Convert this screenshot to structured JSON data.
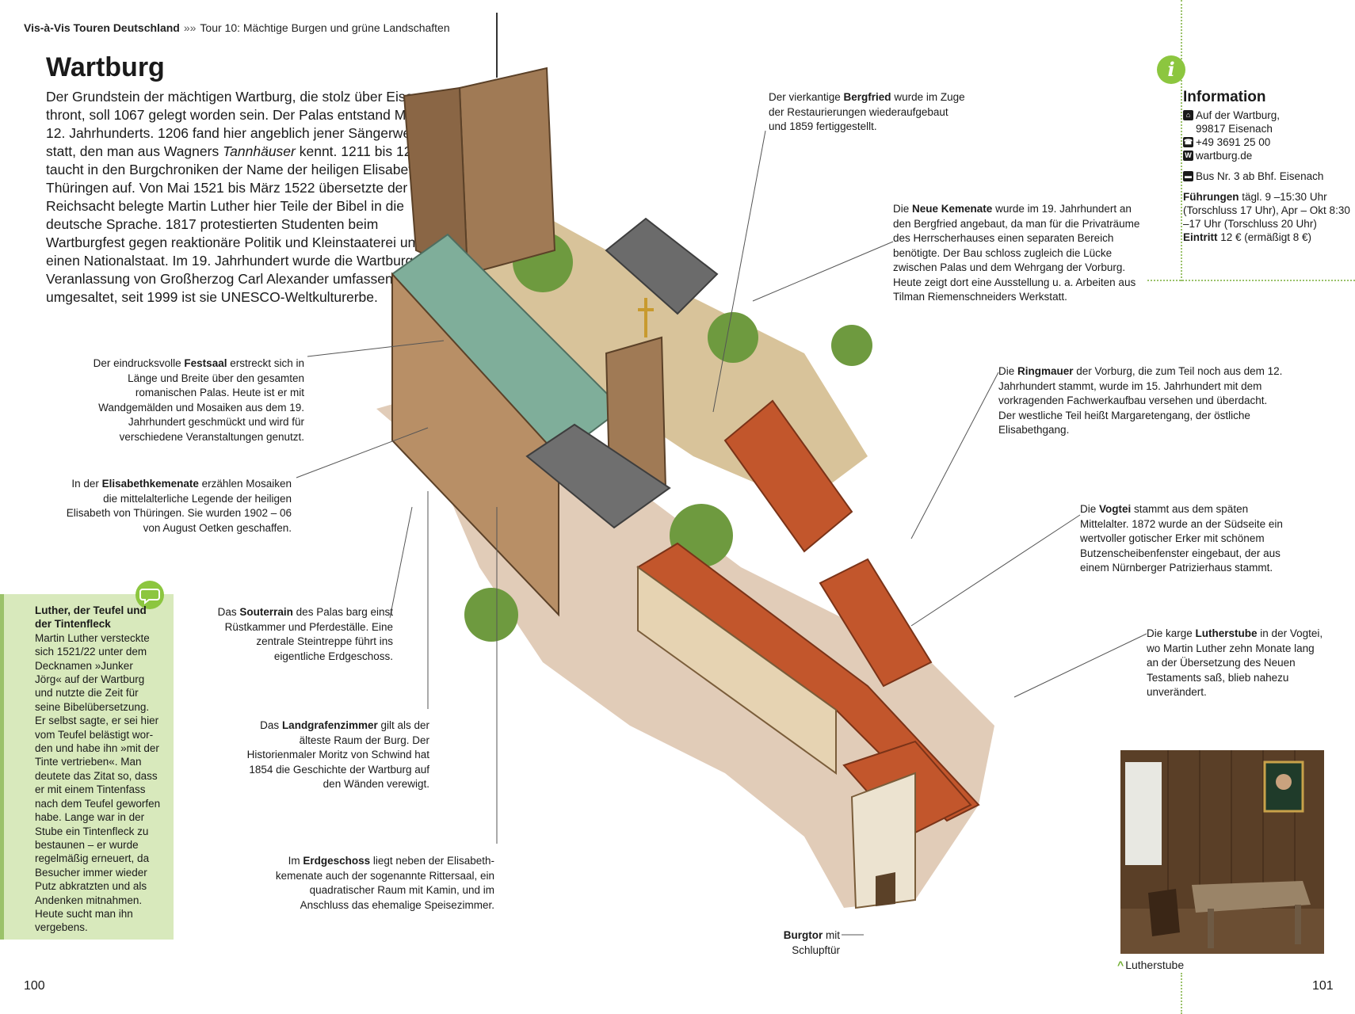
{
  "header": {
    "breadcrumb_main": "Vis-à-Vis Touren Deutschland",
    "breadcrumb_sep": "»»",
    "breadcrumb_sub": "Tour 10: Mächtige Burgen und grüne Landschaften"
  },
  "main": {
    "title": "Wartburg",
    "intro_before": "Der Grundstein der mächtigen Wartburg, die stolz über Eisenach thront, soll 1067 gelegt worden sein. Der Palas entstand Mitte des 12. Jahrhunderts. 1206 fand hier angeblich jener Sängerwettstreit statt, den man aus Wagners ",
    "intro_italic": "Tannhäuser",
    "intro_after": " kennt. 1211 bis 1228 taucht in den Burgchroniken der Name der heiligen Elisabeth von Thüringen auf. Von Mai 1521 bis März 1522 übersetzte der mit der Reichsacht belegte Martin Luther hier Teile der Bibel in die deutsche Sprache. 1817 protestierten Studenten beim Wartburgfest gegen reaktionäre Politik und Kleinstaaterei und für einen Nationalstaat. Im 19. Jahrhundert wurde die Wartburg auf Veranlassung von Großherzog Carl Alexander umfassend umgesaltet, seit 1999 ist sie UNESCO-Weltkulturerbe."
  },
  "captions": {
    "bergfried": {
      "pre": "Der vierkantige ",
      "bold": "Bergfried",
      "post": " wurde im Zuge der Restaurierungen wieder­aufgebaut und 1859 fertiggestellt."
    },
    "kemenate": {
      "pre": "Die ",
      "bold": "Neue Kemenate",
      "post": " wurde im 19. Jahrhundert an den Bergfried angebaut, da man für die Privat­räume des Herrscherhauses einen separaten Be­reich benötigte. Der Bau schloss zugleich die Lücke zwischen Palas und dem Wehrgang der Vorburg. Heute zeigt dort eine Ausstellung u. a. Arbeiten aus Tilman Riemenschneiders Werkstatt."
    },
    "festsaal": {
      "pre": "Der eindrucksvolle ",
      "bold": "Festsaal",
      "post": " erstreckt sich in Länge und Breite über den gesamten romanischen Palas. Heute ist er mit Wandgemälden und Mosaiken aus dem 19. Jahrhundert geschmückt und wird für verschiedene Veranstaltungen genutzt."
    },
    "ringmauer": {
      "pre": "Die ",
      "bold": "Ringmauer",
      "post": " der Vorburg, die zum Teil noch aus dem 12. Jahrhundert stammt, wurde im 15. Jahrhundert mit dem vorkragenden Fachwerkaufbau versehen und über­dacht. Der westliche Teil heißt Margaretengang, der östliche Elisabethgang."
    },
    "elisabeth": {
      "pre": "In der ",
      "bold": "Elisabethkemenate",
      "post": " erzählen Mosaiken die mittelalterliche Legende der heiligen Elisabeth von Thüringen. Sie wurden 1902 – 06 von August Oetken geschaffen."
    },
    "vogtei": {
      "pre": "Die ",
      "bold": "Vogtei",
      "post": " stammt aus dem späten Mittelalter. 1872 wurde an der Südseite ein wertvoller gotischer Erker mit schö­nem Butzenscheibenfenster eingebaut, der aus einem Nürnberger Patrizier­haus stammt."
    },
    "souterrain": {
      "pre": "Das ",
      "bold": "Souterrain",
      "post": " des Palas barg einst Rüstkammer und Pferdeställe. Eine zentrale Steintreppe führt ins eigentliche Erdgeschoss."
    },
    "lutherstube": {
      "pre": "Die karge ",
      "bold": "Lutherstube",
      "post": " in der Vogtei, wo Martin Luther zehn Monate lang an der Übersetzung des Neuen Testaments saß, blieb nahezu unverändert."
    },
    "landgrafen": {
      "pre": "Das ",
      "bold": "Landgrafenzimmer",
      "post": " gilt als der älteste Raum der Burg. Der Historienmaler Moritz von Schwind hat 1854 die Geschichte der Wart­burg auf den Wänden verewigt."
    },
    "erdgeschoss": {
      "pre": "Im ",
      "bold": "Erdgeschoss",
      "post": " liegt neben der Elisabeth­kemenate auch der sogenannte Rittersaal, ein quadratischer Raum mit Kamin, und im Anschluss das ehemalige Speisezimmer."
    },
    "burgtor": {
      "pre": "",
      "bold": "Burgtor",
      "post": " mit Schlupftür"
    }
  },
  "info": {
    "icon_glyph": "i",
    "title": "Information",
    "address_line1": "Auf der Wartburg,",
    "address_line2": "99817 Eisenach",
    "phone": "+49 3691 25 00",
    "web": "wartburg.de",
    "bus": "Bus Nr. 3 ab Bhf. Eisenach",
    "tours_label": "Führungen",
    "tours_text": " tägl. 9 –15:30 Uhr (Torschluss 17 Uhr), Apr – Okt 8:30 –17 Uhr (Torschluss 20 Uhr)",
    "entry_label": "Eintritt",
    "entry_text": " 12 € (ermäßigt 8 €)"
  },
  "sidebox": {
    "title": "Luther, der Teufel und der Tintenfleck",
    "text": "Martin Luther versteckte sich 1521/22 unter dem Decknamen »Junker Jörg« auf der Wartburg und nutzte die Zeit für seine Bibelübersetzung. Er selbst sagte, er sei hier vom Teufel belästigt wor­den und habe ihn »mit der Tinte vertrieben«. Man deutete das Zitat so, dass er mit einem Tinten­fass nach dem Teufel ge­worfen habe. Lange war in der Stube ein Tinten­fleck zu bestaunen – er wurde regelmäßig erneu­ert, da Besucher immer wieder Putz abkratzten und als Andenken mit­nahmen. Heute sucht man ihn vergebens."
  },
  "photo": {
    "caption_arrow": "^",
    "caption": "Lutherstube"
  },
  "footer": {
    "page_left": "100",
    "page_right": "101"
  },
  "colors": {
    "accent_green": "#8cc63f",
    "sidebox_bg": "#d8e9bc",
    "roof_red": "#c2562c",
    "roof_green": "#6fa38a",
    "stone": "#b8956a"
  }
}
